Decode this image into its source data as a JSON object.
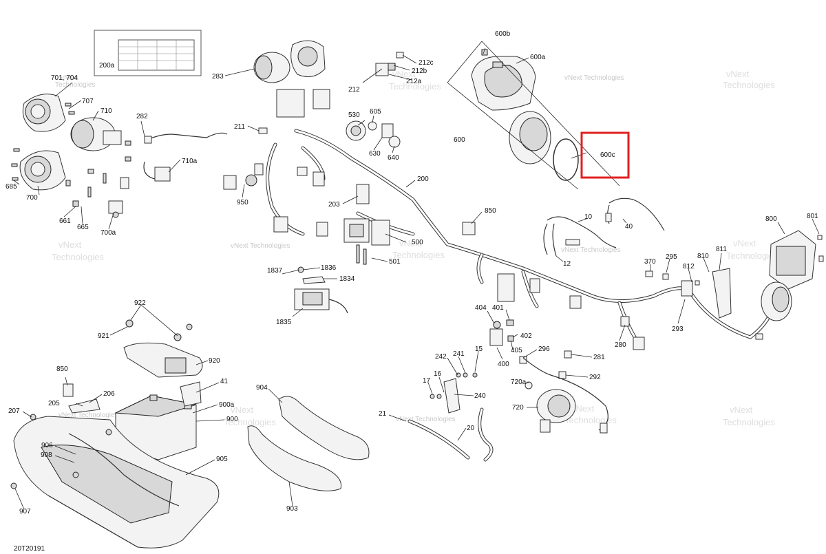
{
  "diagram": {
    "reference_code": "20T20191",
    "watermark_top": "vNext",
    "watermark_bottom": "Technologies",
    "watermark_full": "vNext Technologies",
    "highlight_color": "#e02020",
    "callouts": {
      "c200a": "200a",
      "c701": "701, 704",
      "c707": "707",
      "c710": "710",
      "c282": "282",
      "c710a": "710a",
      "c685": "685",
      "c700": "700",
      "c661": "661",
      "c665": "665",
      "c700a": "700a",
      "c283": "283",
      "c211": "211",
      "c950": "950",
      "c212": "212",
      "c212c": "212c",
      "c212b": "212b",
      "c212a": "212a",
      "c530": "530",
      "c605": "605",
      "c630": "630",
      "c640": "640",
      "c200": "200",
      "c203": "203",
      "c600b": "600b",
      "c600a": "600a",
      "c600": "600",
      "c600c": "600c",
      "c850a": "850",
      "c10": "10",
      "c40": "40",
      "c12": "12",
      "c500": "500",
      "c501": "501",
      "c800": "800",
      "c801": "801",
      "c370": "370",
      "c295": "295",
      "c812": "812",
      "c810": "810",
      "c811": "811",
      "c293": "293",
      "c280": "280",
      "c281": "281",
      "c292": "292",
      "c296": "296",
      "c404": "404",
      "c401": "401",
      "c402": "402",
      "c405": "405",
      "c400": "400",
      "c1837": "1837",
      "c1836": "1836",
      "c1834": "1834",
      "c1835": "1835",
      "c922": "922",
      "c921": "921",
      "c920": "920",
      "c41": "41",
      "c850b": "850",
      "c205": "205",
      "c206": "206",
      "c207": "207",
      "c900a": "900a",
      "c900": "900",
      "c906": "906",
      "c908": "908",
      "c905": "905",
      "c907": "907",
      "c904": "904",
      "c903": "903",
      "c242": "242",
      "c241": "241",
      "c15": "15",
      "c16": "16",
      "c17": "17",
      "c240": "240",
      "c21": "21",
      "c20": "20",
      "c720a": "720a",
      "c720": "720"
    }
  }
}
